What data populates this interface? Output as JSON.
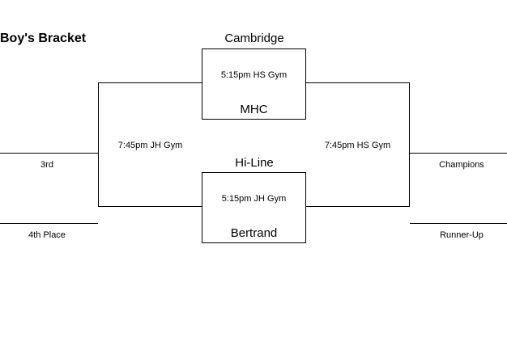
{
  "title": "Boy's Bracket",
  "games": [
    {
      "top_team": "Cambridge",
      "time": "5:15pm  HS Gym",
      "bottom_team": "MHC"
    },
    {
      "top_team": "Hi-Line",
      "time": "5:15pm JH Gym",
      "bottom_team": "Bertrand"
    }
  ],
  "consolation_game_time": "7:45pm  JH Gym",
  "championship_game_time": "7:45pm  HS Gym",
  "placements": {
    "third": "3rd",
    "fourth": "4th Place",
    "champions": "Champions",
    "runner_up": "Runner-Up"
  }
}
